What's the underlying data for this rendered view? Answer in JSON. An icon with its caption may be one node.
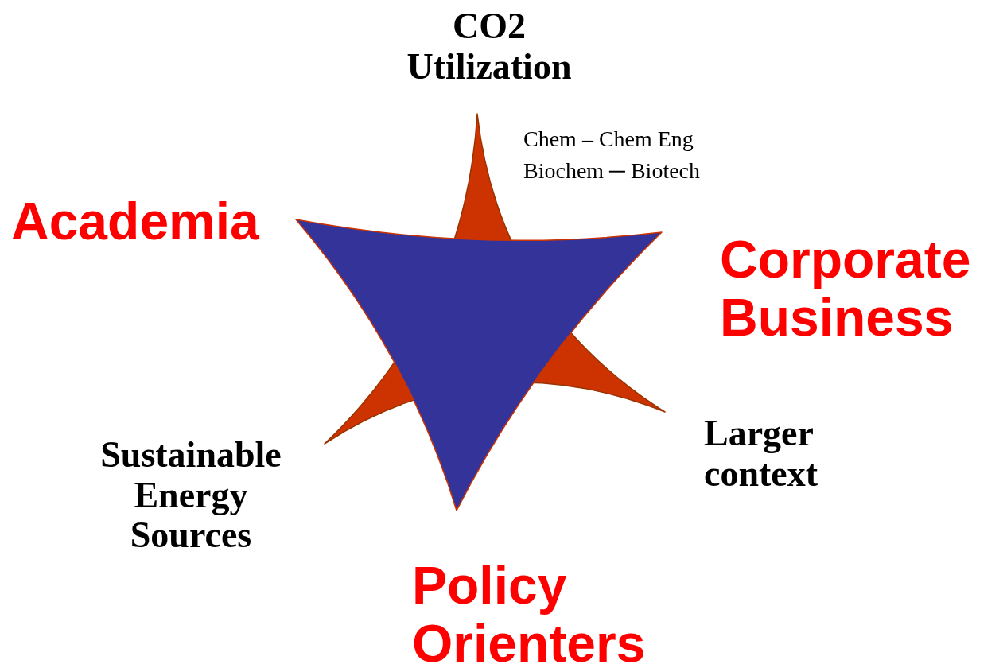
{
  "diagram": {
    "labels": [
      "CO2 Utilization",
      "Chem – Chem Eng",
      "Biochem ─ Biotech",
      "Academia",
      "Corporate Business",
      "Sustainable Energy Sources",
      "Larger context",
      "Policy Orienters"
    ]
  }
}
